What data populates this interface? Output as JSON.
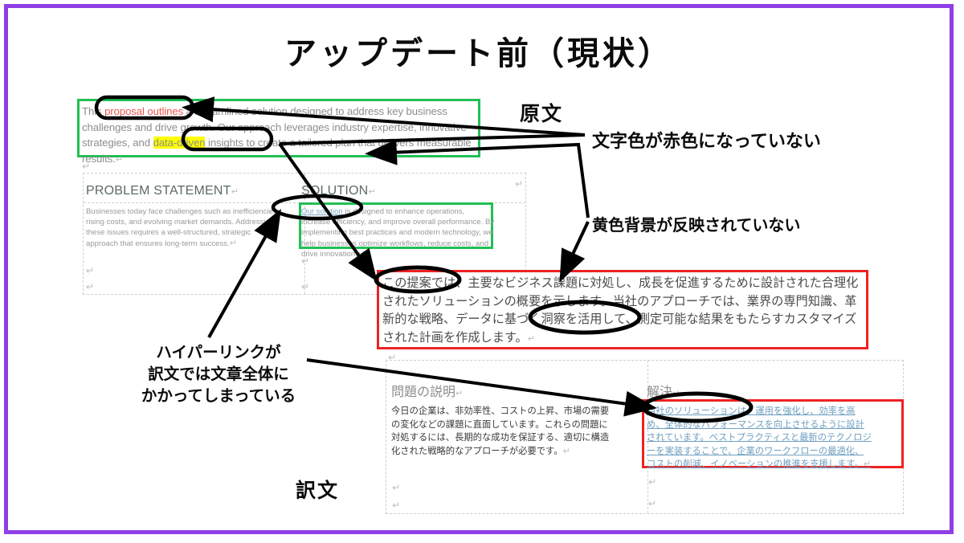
{
  "slide": {
    "title": "アップデート前（現状）",
    "border_color": "#8f3fe6",
    "background": "#ffffff"
  },
  "colors": {
    "highlight_green": "#21bf55",
    "highlight_red": "#ee2222",
    "keyword_red": "#e8574c",
    "keyword_yellow_bg": "#ffff00",
    "hyperlink_blue": "#7fa8c4"
  },
  "labels": {
    "original": "原文",
    "translation": "訳文",
    "issue_red_text": "文字色が赤色になっていない",
    "issue_yellow_bg": "黄色背景が反映されていない",
    "issue_hyperlink_line1": "ハイパーリンクが",
    "issue_hyperlink_line2": "訳文では文章全体に",
    "issue_hyperlink_line3": "かかってしまっている"
  },
  "original_document": {
    "paragraph": {
      "before": "This ",
      "red_keyword": "proposal outlines",
      "middle": " a streamlined solution designed to address key business challenges and drive growth. Our approach leverages industry expertise, innovative strategies, and ",
      "yellow_keyword": "data-driven",
      "after": " insights to create a tailored plan that delivers measurable results.",
      "pilcrow": "↵"
    },
    "columns": [
      {
        "heading": "PROBLEM STATEMENT",
        "body": "Businesses today face challenges such as inefficiencies, rising costs, and evolving market demands. Addressing these issues requires a well-structured, strategic approach that ensures long-term success.",
        "pilcrow": "↵"
      },
      {
        "heading": "SOLUTION",
        "link_text": "Our solution",
        "body": " is designed to enhance operations, increase efficiency, and improve overall performance. By implementing best practices and modern technology, we help businesses optimize workflows, reduce costs, and drive innovation.",
        "pilcrow": "↵"
      }
    ]
  },
  "translated_document": {
    "paragraph": "この提案では、主要なビジネス課題に対処し、成長を促進するために設計された合理化されたソリューションの概要を示します。当社のアプローチでは、業界の専門知識、革新的な戦略、データに基づく洞察を活用して、測定可能な結果をもたらすカスタマイズされた計画を作成します。",
    "paragraph_pilcrow": "↵",
    "columns": [
      {
        "heading": "問題の説明",
        "body": "今日の企業は、非効率性、コストの上昇、市場の需要の変化などの課題に直面しています。これらの問題に対処するには、長期的な成功を保証する、適切に構造化された戦略的なアプローチが必要です。",
        "pilcrow": "↵"
      },
      {
        "heading": "解決",
        "body": "当社のソリューションは、運用を強化し、効率を高め、全体的なパフォーマンスを向上させるように設計されています。ベストプラクティスと最新のテクノロジーを実装することで、企業のワークフローの最適化、コストの削減、イノベーションの推進を支援します。",
        "pilcrow": "↵"
      }
    ]
  },
  "marks": {
    "ellipse_count": 5,
    "arrow_count": 4,
    "green_box_count": 2,
    "red_box_count": 2
  }
}
